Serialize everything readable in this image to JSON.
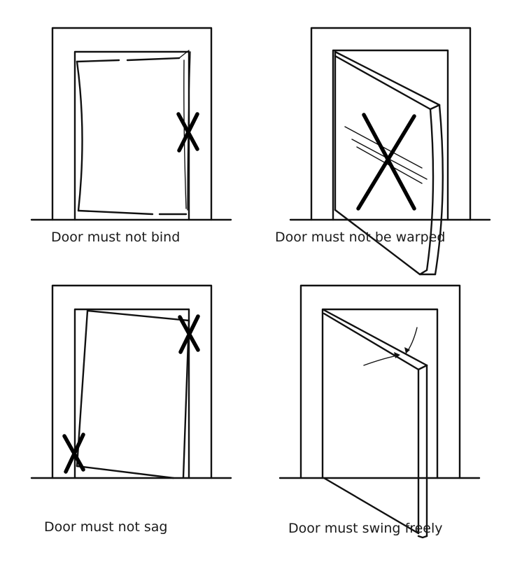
{
  "captions": {
    "top_left": "Door must not bind",
    "top_right": "Door must not be warped",
    "bottom_left": "Door must not sag",
    "bottom_right": "Door must swing freely"
  },
  "icons": [
    "x-mark-icon",
    "angle-arrow-icon"
  ],
  "colors": {
    "line": "#111111",
    "background": "#ffffff"
  }
}
